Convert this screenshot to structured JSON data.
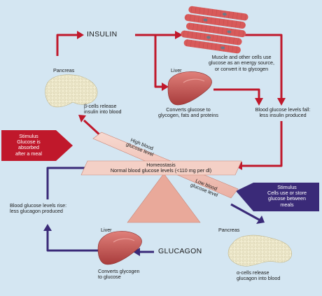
{
  "insulin_label": "INSULIN",
  "glucagon_label": "GLUCAGON",
  "pancreas_top_label": "Pancreas",
  "beta_cells_text": "β-cells release\ninsulin into blood",
  "muscle_text": "Muscle and other cells use\nglucose as an energy source,\nor convert it to glycogen",
  "liver_top_label": "Liver",
  "liver_top_text": "Converts glucose to\nglycogen, fats and proteins",
  "levels_fall_text": "Blood glucose levels fall:\nless insulin produced",
  "stimulus_high_text": "Stimulus\nGlucose is\nabsorbed\nafter a meal",
  "high_beam_text": "High blood\nglucose level",
  "homeostasis_title": "Homeostasis",
  "homeostasis_text": "Normal blood glucose levels (<110 mg per dl)",
  "low_beam_text": "Low blood\nglucose level",
  "stimulus_low_text": "Stimulus\nCells use or store\nglucose between\nmeals",
  "levels_rise_text": "Blood glucose levels rise:\nless glucagon produced",
  "liver_bottom_label": "Liver",
  "pancreas_bottom_label": "Pancreas",
  "liver_bottom_text": "Converts glycogen\nto glucose",
  "alpha_cells_text": "α-cells release\nglucagon into blood",
  "colors": {
    "background": "#d4e6f2",
    "insulin_arrow": "#c0182b",
    "glucagon_arrow": "#3a2a78",
    "beam": "#f2c7bd",
    "fulcrum": "#e9a99a",
    "liver": "#c85a55",
    "pancreas": "#f1ecd0",
    "muscle": "#d85a5a"
  }
}
